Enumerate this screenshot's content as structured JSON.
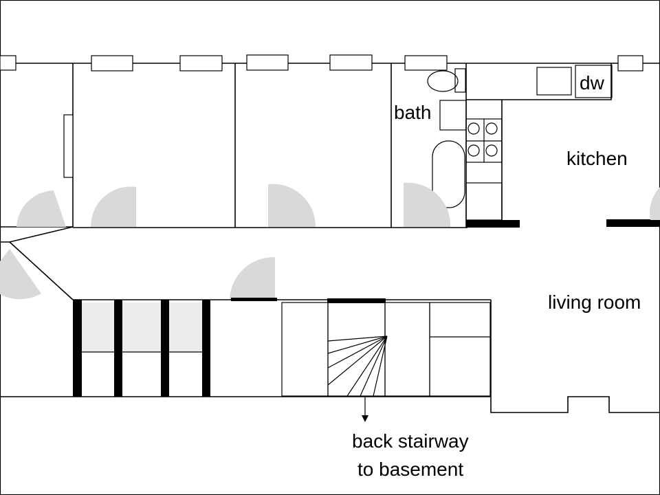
{
  "diagram": {
    "labels": {
      "bath": "bath",
      "kitchen": "kitchen",
      "dw": "dw",
      "living_room": "living room",
      "stair_line1": "back stairway",
      "stair_line2": "to basement"
    },
    "colors": {
      "walls": "#000000",
      "door_swing": "#d9d9d9",
      "closet_fill": "#ececec",
      "background": "#ffffff"
    }
  }
}
